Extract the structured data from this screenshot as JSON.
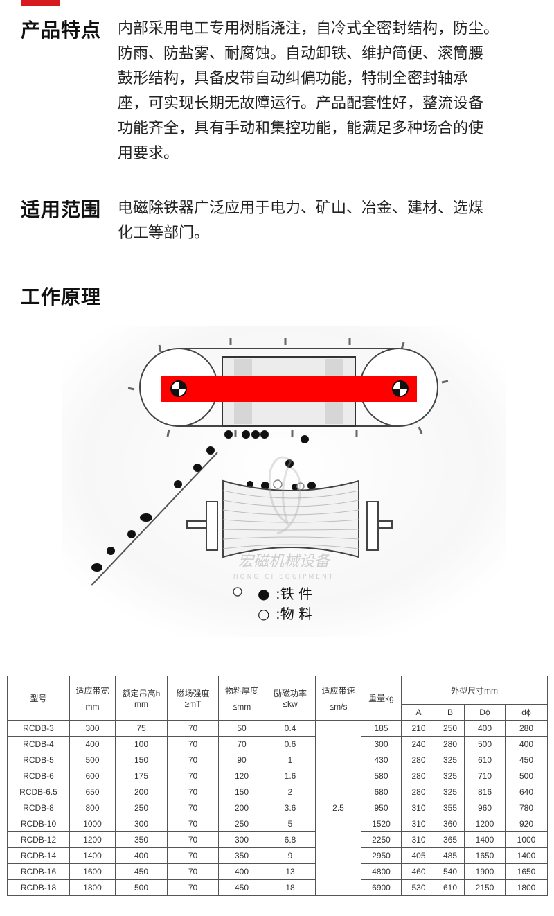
{
  "features": {
    "heading": "产品特点",
    "lines": [
      "内部采用电工专用树脂浇注，自冷式全密封结构，防尘。",
      "防雨、防盐雾、耐腐蚀。自动卸铁、维护简便、滚筒腰",
      "鼓形结构，具备皮带自动纠偏功能，特制全密封轴承",
      "座，可实现长期无故障运行。产品配套性好，整流设备",
      "功能齐全，具有手动和集控功能，能满足多种场合的使",
      "用要求。"
    ]
  },
  "scope": {
    "heading": "适用范围",
    "lines": [
      "电磁除铁器广泛应用于电力、矿山、冶金、建材、选煤",
      "化工等部门。"
    ]
  },
  "principle": {
    "heading": "工作原理"
  },
  "diagram": {
    "watermark_cn": "宏磁机械设备",
    "watermark_en": "HONG CI EQUIPMENT",
    "legend_iron_symbol": "●",
    "legend_iron_label": ":铁 件",
    "legend_material_symbol": "○",
    "legend_material_label": ":物 料",
    "accent_color": "#ff0000"
  },
  "table": {
    "headers": {
      "model": "型号",
      "belt_width": "适应带宽",
      "belt_width_unit": "mm",
      "hang_height": "额定吊高h mm",
      "field_strength": "磁场强度 ≥mT",
      "thickness": "物料厚度",
      "thickness_unit": "≤mm",
      "power": "励磁功率 ≤kw",
      "speed": "适应带速",
      "speed_unit": "≤m/s",
      "weight": "重量kg",
      "dimensions": "外型尺寸mm",
      "dim_a": "A",
      "dim_b": "B",
      "dim_D": "Dϕ",
      "dim_d": "dϕ"
    },
    "speed_value": "2.5",
    "rows": [
      [
        "RCDB-3",
        "300",
        "75",
        "70",
        "50",
        "0.4",
        "185",
        "210",
        "250",
        "400",
        "280"
      ],
      [
        "RCDB-4",
        "400",
        "100",
        "70",
        "70",
        "0.6",
        "300",
        "240",
        "280",
        "500",
        "400"
      ],
      [
        "RCDB-5",
        "500",
        "150",
        "70",
        "90",
        "1",
        "430",
        "280",
        "325",
        "610",
        "450"
      ],
      [
        "RCDB-6",
        "600",
        "175",
        "70",
        "120",
        "1.6",
        "580",
        "280",
        "325",
        "710",
        "500"
      ],
      [
        "RCDB-6.5",
        "650",
        "200",
        "70",
        "150",
        "2",
        "680",
        "280",
        "325",
        "816",
        "640"
      ],
      [
        "RCDB-8",
        "800",
        "250",
        "70",
        "200",
        "3.6",
        "950",
        "310",
        "355",
        "960",
        "780"
      ],
      [
        "RCDB-10",
        "1000",
        "300",
        "70",
        "250",
        "5",
        "1520",
        "310",
        "360",
        "1200",
        "920"
      ],
      [
        "RCDB-12",
        "1200",
        "350",
        "70",
        "300",
        "6.8",
        "2250",
        "310",
        "365",
        "1400",
        "1000"
      ],
      [
        "RCDB-14",
        "1400",
        "400",
        "70",
        "350",
        "9",
        "2950",
        "405",
        "485",
        "1650",
        "1400"
      ],
      [
        "RCDB-16",
        "1600",
        "450",
        "70",
        "400",
        "13",
        "4800",
        "460",
        "540",
        "1900",
        "1650"
      ],
      [
        "RCDB-18",
        "1800",
        "500",
        "70",
        "450",
        "18",
        "6900",
        "530",
        "610",
        "2150",
        "1800"
      ]
    ]
  }
}
